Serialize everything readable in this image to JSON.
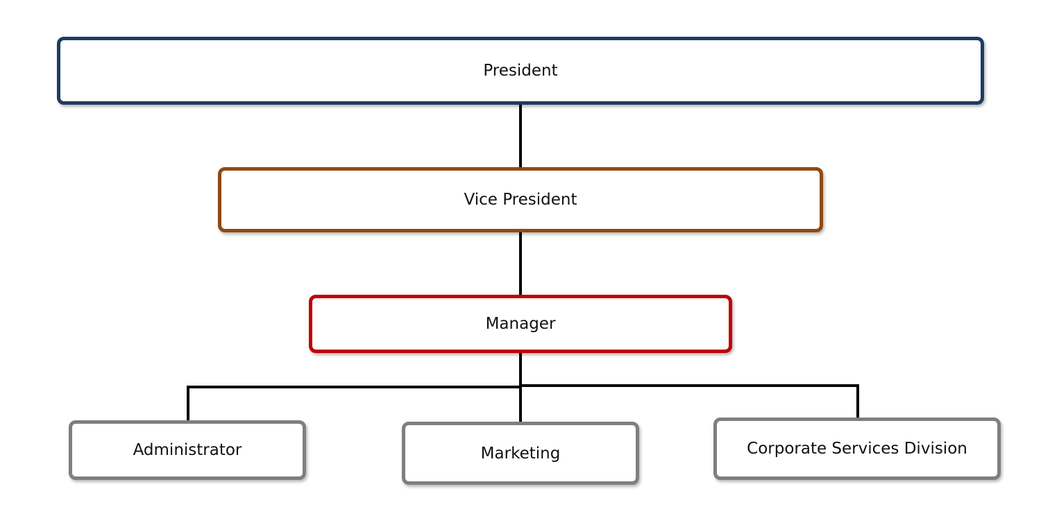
{
  "nodes": {
    "president": {
      "label": "President",
      "border_color": "#1f3b63"
    },
    "vice_president": {
      "label": "Vice President",
      "border_color": "#8e4a14"
    },
    "manager": {
      "label": "Manager",
      "border_color": "#c00000"
    },
    "administrator": {
      "label": "Administrator",
      "border_color": "#7f7f7f"
    },
    "marketing": {
      "label": "Marketing",
      "border_color": "#7f7f7f"
    },
    "corporate_services": {
      "label": "Corporate Services Division",
      "border_color": "#7f7f7f"
    }
  },
  "edges": [
    {
      "from": "president",
      "to": "vice_president"
    },
    {
      "from": "vice_president",
      "to": "manager"
    },
    {
      "from": "manager",
      "to": "administrator"
    },
    {
      "from": "manager",
      "to": "marketing"
    },
    {
      "from": "manager",
      "to": "corporate_services"
    }
  ],
  "connector_color": "#000000"
}
